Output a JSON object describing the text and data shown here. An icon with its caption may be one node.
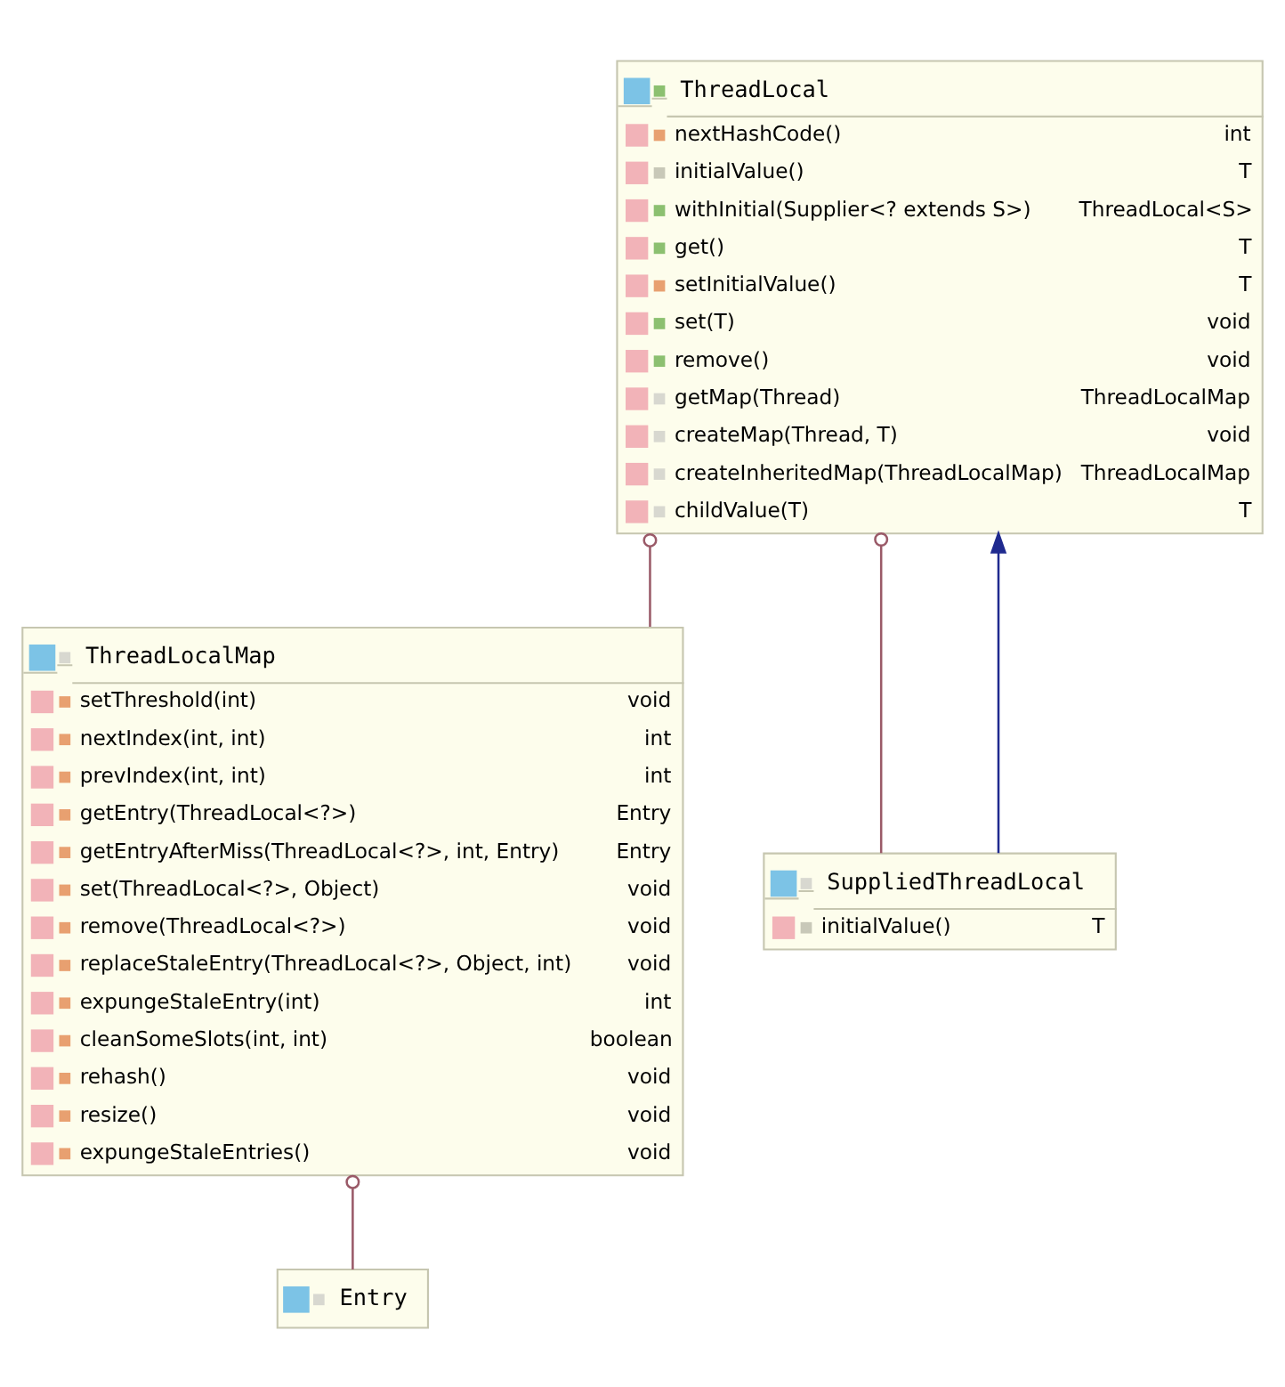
{
  "diagram": {
    "nodes": [
      {
        "text": [
          "ThreadLocal",
          "nextHashCode()",
          "int",
          "initialValue()",
          "T",
          "withInitial(Supplier<? extends S>)",
          "ThreadLocal<S>",
          "get()",
          "T",
          "setInitialValue()",
          "T",
          "set(T)",
          "void",
          "remove()",
          "void",
          "getMap(Thread)",
          "ThreadLocalMap",
          "createMap(Thread, T)",
          "void",
          "createInheritedMap(ThreadLocalMap)",
          "ThreadLocalMap",
          "childValue(T)",
          "T"
        ]
      },
      {
        "text": [
          "ThreadLocalMap",
          "setThreshold(int)",
          "void",
          "nextIndex(int, int)",
          "int",
          "prevIndex(int, int)",
          "int",
          "getEntry(ThreadLocal<?>)",
          "Entry",
          "getEntryAfterMiss(ThreadLocal<?>, int, Entry)",
          "Entry",
          "set(ThreadLocal<?>, Object)",
          "void",
          "remove(ThreadLocal<?>)",
          "void",
          "replaceStaleEntry(ThreadLocal<?>, Object, int)",
          "void",
          "expungeStaleEntry(int)",
          "int",
          "cleanSomeSlots(int, int)",
          "boolean",
          "rehash()",
          "void",
          "resize()",
          "void",
          "expungeStaleEntries()",
          "void"
        ]
      },
      {
        "text": [
          "SuppliedThreadLocal",
          "initialValue()",
          "T"
        ]
      },
      {
        "text": [
          "Entry"
        ]
      }
    ],
    "edges": [
      {
        "from": 1,
        "to": 0,
        "arrow": "other"
      },
      {
        "from": 2,
        "to": 0,
        "arrow": "other"
      },
      {
        "from": 2,
        "to": 0,
        "arrow": "to",
        "color": "#1f2a8f"
      },
      {
        "from": 3,
        "to": 1,
        "arrow": "other"
      }
    ]
  }
}
